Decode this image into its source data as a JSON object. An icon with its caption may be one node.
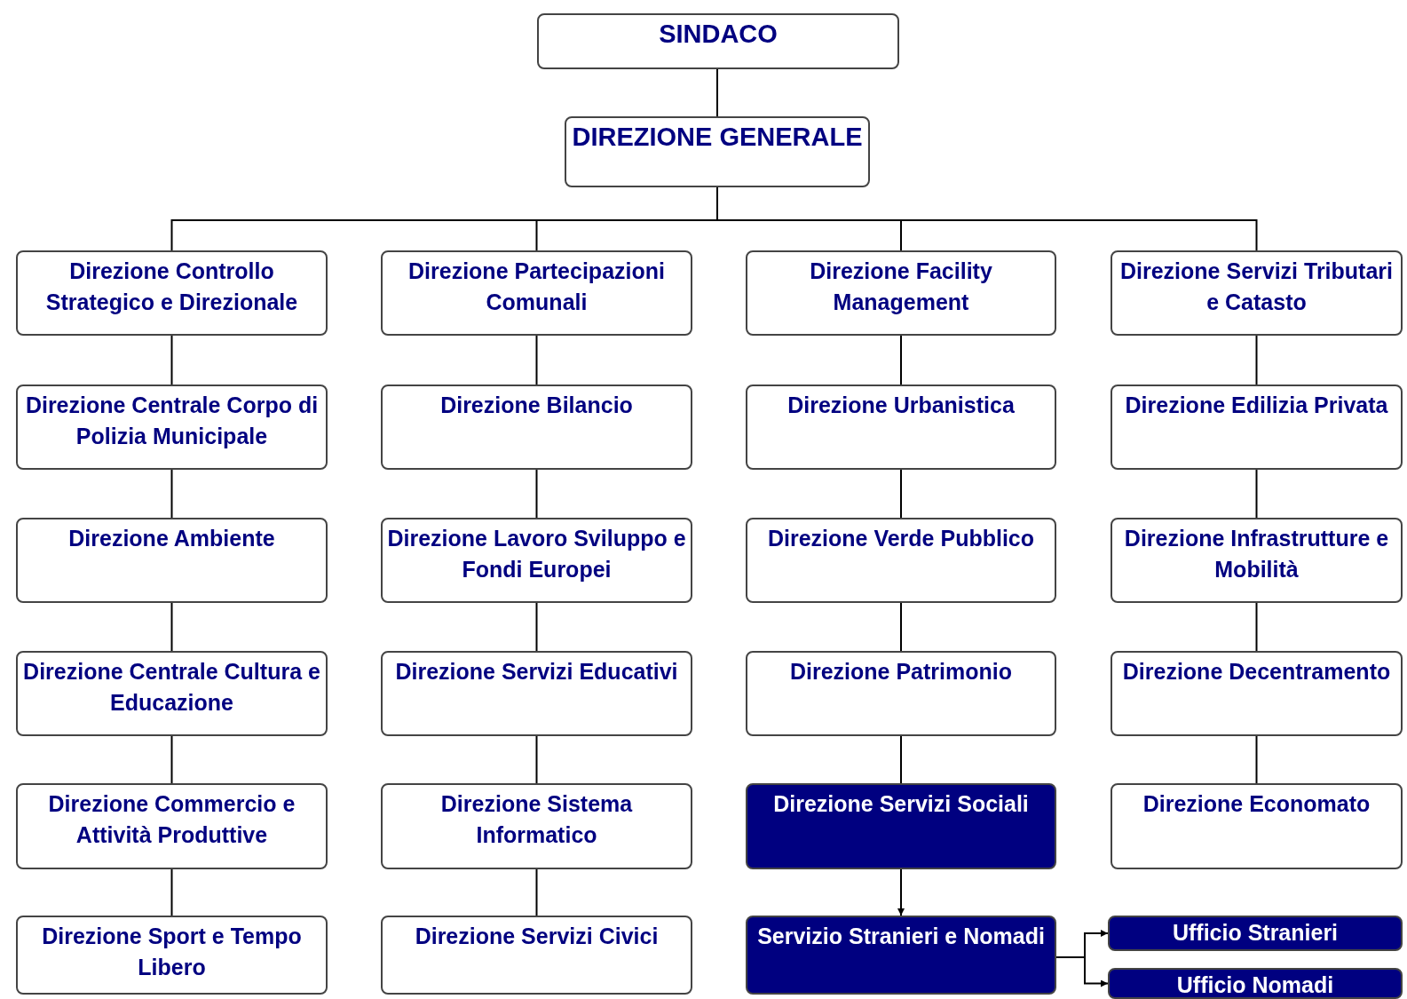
{
  "diagram": {
    "nodes": [
      {
        "text": [
          "SINDACO"
        ]
      },
      {
        "text": [
          "DIREZIONE GENERALE"
        ]
      },
      {
        "text": [
          "Direzione Controllo Strategico e Direzionale"
        ]
      },
      {
        "text": [
          "Direzione Centrale Corpo di Polizia Municipale"
        ]
      },
      {
        "text": [
          "Direzione Ambiente"
        ]
      },
      {
        "text": [
          "Direzione Centrale Cultura e Educazione"
        ]
      },
      {
        "text": [
          "Direzione Commercio e Attività Produttive"
        ]
      },
      {
        "text": [
          "Direzione Sport e Tempo Libero"
        ]
      },
      {
        "text": [
          "Direzione Partecipazioni Comunali"
        ]
      },
      {
        "text": [
          "Direzione Bilancio"
        ]
      },
      {
        "text": [
          "Direzione Lavoro Sviluppo e Fondi Europei"
        ]
      },
      {
        "text": [
          "Direzione Servizi Educativi"
        ]
      },
      {
        "text": [
          "Direzione Sistema Informatico"
        ]
      },
      {
        "text": [
          "Direzione Servizi Civici"
        ]
      },
      {
        "text": [
          "Direzione Facility Management"
        ]
      },
      {
        "text": [
          "Direzione Urbanistica"
        ]
      },
      {
        "text": [
          "Direzione Verde Pubblico"
        ]
      },
      {
        "text": [
          "Direzione Patrimonio"
        ]
      },
      {
        "text": [
          "Direzione Servizi Sociali"
        ]
      },
      {
        "text": [
          "Servizio Stranieri e Nomadi"
        ]
      },
      {
        "text": [
          "Direzione Servizi Tributari e Catasto"
        ]
      },
      {
        "text": [
          "Direzione Edilizia Privata"
        ]
      },
      {
        "text": [
          "Direzione Infrastrutture e Mobilità"
        ]
      },
      {
        "text": [
          "Direzione Decentramento"
        ]
      },
      {
        "text": [
          "Direzione Economato"
        ]
      },
      {
        "text": [
          "Ufficio Stranieri"
        ]
      },
      {
        "text": [
          "Ufficio Nomadi"
        ]
      }
    ],
    "edges": [
      {
        "from": 0,
        "to": 1,
        "arrow": "none"
      },
      {
        "from": 1,
        "to": 2,
        "arrow": "none"
      },
      {
        "from": 1,
        "to": 8,
        "arrow": "none"
      },
      {
        "from": 1,
        "to": 14,
        "arrow": "none"
      },
      {
        "from": 1,
        "to": 20,
        "arrow": "none"
      },
      {
        "from": 2,
        "to": 3,
        "arrow": "none"
      },
      {
        "from": 3,
        "to": 4,
        "arrow": "none"
      },
      {
        "from": 4,
        "to": 5,
        "arrow": "none"
      },
      {
        "from": 5,
        "to": 6,
        "arrow": "none"
      },
      {
        "from": 6,
        "to": 7,
        "arrow": "none"
      },
      {
        "from": 8,
        "to": 9,
        "arrow": "none"
      },
      {
        "from": 9,
        "to": 10,
        "arrow": "none"
      },
      {
        "from": 10,
        "to": 11,
        "arrow": "none"
      },
      {
        "from": 11,
        "to": 12,
        "arrow": "none"
      },
      {
        "from": 12,
        "to": 13,
        "arrow": "none"
      },
      {
        "from": 14,
        "to": 15,
        "arrow": "none"
      },
      {
        "from": 15,
        "to": 16,
        "arrow": "none"
      },
      {
        "from": 16,
        "to": 17,
        "arrow": "none"
      },
      {
        "from": 17,
        "to": 18,
        "arrow": "none"
      },
      {
        "from": 18,
        "to": 19,
        "arrow": "to"
      },
      {
        "from": 20,
        "to": 21,
        "arrow": "none"
      },
      {
        "from": 21,
        "to": 22,
        "arrow": "none"
      },
      {
        "from": 22,
        "to": 23,
        "arrow": "none"
      },
      {
        "from": 23,
        "to": 24,
        "arrow": "none"
      },
      {
        "from": 19,
        "to": 25,
        "arrow": "to"
      },
      {
        "from": 19,
        "to": 26,
        "arrow": "to"
      }
    ]
  }
}
